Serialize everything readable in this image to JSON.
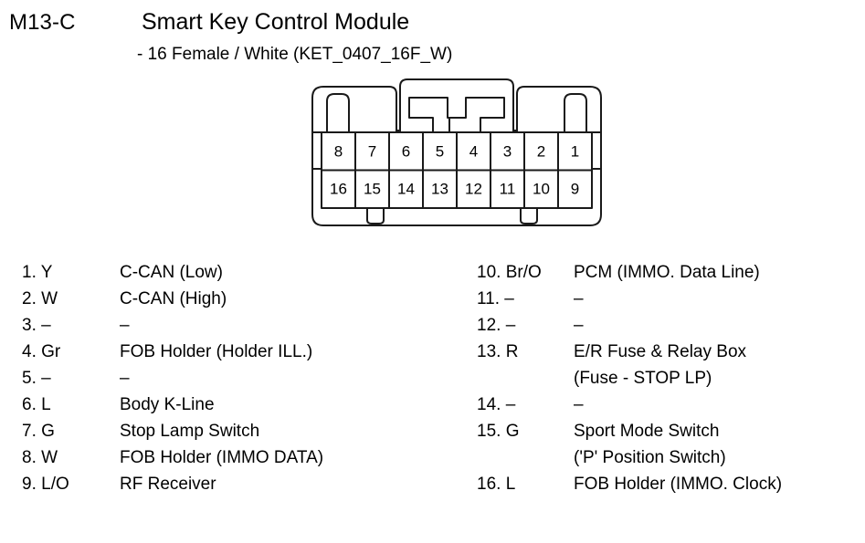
{
  "header": {
    "code": "M13-C",
    "title": "Smart Key Control Module",
    "subtitle": "- 16 Female / White (KET_0407_16F_W)"
  },
  "connector": {
    "top_row_pins": [
      "8",
      "7",
      "6",
      "5",
      "4",
      "3",
      "2",
      "1"
    ],
    "bottom_row_pins": [
      "16",
      "15",
      "14",
      "13",
      "12",
      "11",
      "10",
      "9"
    ],
    "outline_color": "#1a1a1a",
    "fill_color": "#ffffff"
  },
  "pins_left": [
    {
      "label": "1. Y",
      "desc": "C-CAN (Low)"
    },
    {
      "label": "2. W",
      "desc": "C-CAN (High)"
    },
    {
      "label": "3. –",
      "desc": "–"
    },
    {
      "label": "4. Gr",
      "desc": "FOB Holder (Holder ILL.)"
    },
    {
      "label": "5. –",
      "desc": "–"
    },
    {
      "label": "6. L",
      "desc": "Body K-Line"
    },
    {
      "label": "7. G",
      "desc": "Stop Lamp Switch"
    },
    {
      "label": "8. W",
      "desc": "FOB Holder (IMMO DATA)"
    },
    {
      "label": "9. L/O",
      "desc": "RF Receiver"
    }
  ],
  "pins_right": [
    {
      "label": "10. Br/O",
      "desc": "PCM (IMMO. Data Line)"
    },
    {
      "label": "11. –",
      "desc": "–"
    },
    {
      "label": "12. –",
      "desc": "–"
    },
    {
      "label": "13. R",
      "desc": "E/R Fuse & Relay Box"
    },
    {
      "label": "",
      "desc": "(Fuse - STOP LP)"
    },
    {
      "label": "14. –",
      "desc": "–"
    },
    {
      "label": "15. G",
      "desc": "Sport Mode Switch"
    },
    {
      "label": "",
      "desc": "('P' Position Switch)"
    },
    {
      "label": "16. L",
      "desc": "FOB Holder (IMMO. Clock)"
    }
  ]
}
